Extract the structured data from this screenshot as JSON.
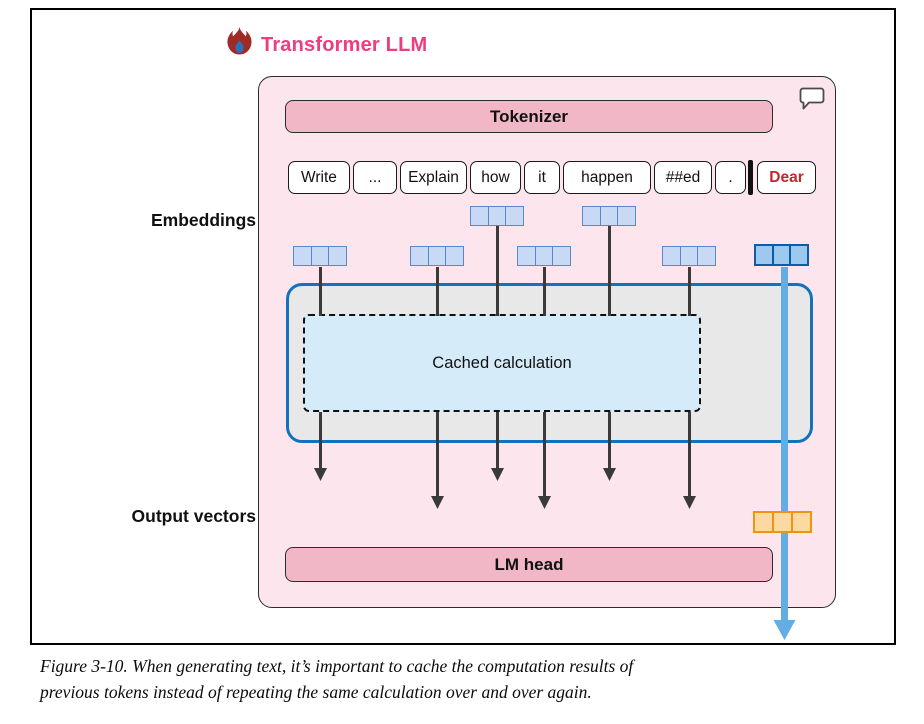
{
  "figure": {
    "title": "Transformer LLM",
    "caption_line1": "Figure 3-10. When generating text, it’s important to cache the computation results of",
    "caption_line2": "previous tokens instead of repeating the same calculation over and over again."
  },
  "diagram": {
    "tokenizer_label": "Tokenizer",
    "lm_head_label": "LM head",
    "cached_label": "Cached calculation",
    "embeddings_label": "Embeddings",
    "output_vectors_label": "Output vectors",
    "tokens": [
      {
        "text": "Write"
      },
      {
        "text": "..."
      },
      {
        "text": "Explain"
      },
      {
        "text": "how"
      },
      {
        "text": "it"
      },
      {
        "text": "happen"
      },
      {
        "text": "##ed"
      },
      {
        "text": "."
      },
      {
        "text": "Dear"
      }
    ]
  },
  "colors": {
    "accent_pink": "#ee3d7f",
    "token_red": "#c1272d",
    "container_fill": "#fce5ed",
    "bar_fill": "#f1b7c6",
    "embedding_fill": "#c7d9f5",
    "embedding_border": "#5b87cc",
    "highlight_blue": "#0d5ca8",
    "flow_blue": "#63ade5",
    "block_border": "#1472bd",
    "block_fill": "#e8e8e8",
    "cached_fill": "#d6ebf9",
    "orange_fill": "#fcd9a0",
    "orange_border": "#ef9311",
    "arrow_dark": "#3a3a3a"
  }
}
